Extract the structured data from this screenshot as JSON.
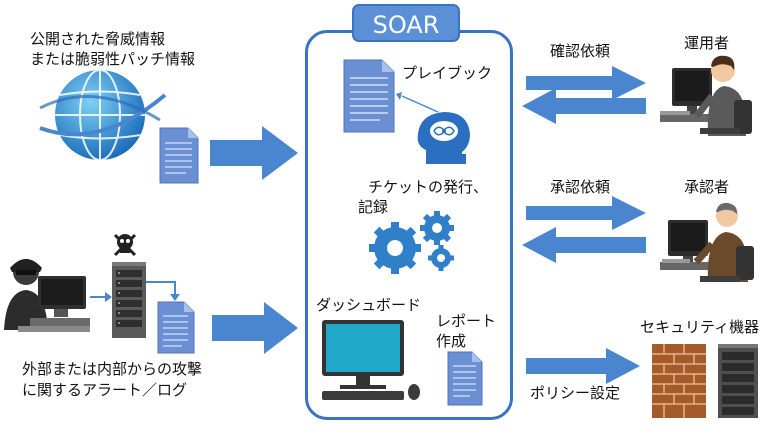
{
  "soar_title": "SOAR",
  "sources": {
    "threat_info_line1": "公開された脅威情報",
    "threat_info_line2": "または脆弱性パッチ情報",
    "alerts_line1": "外部または内部からの攻撃",
    "alerts_line2": "に関するアラート／ログ"
  },
  "soar_functions": {
    "playbook": "プレイブック",
    "ticket_line1": "チケットの発行、",
    "ticket_line2": "記録",
    "dashboard": "ダッシュボード",
    "report_line1": "レポート",
    "report_line2": "作成"
  },
  "flows": {
    "confirm_request": "確認依頼",
    "approval_request": "承認依頼",
    "policy_setting": "ポリシー設定"
  },
  "actors": {
    "operator": "運用者",
    "approver": "承認者",
    "security_devices": "セキュリティ機器"
  },
  "colors": {
    "arrow": "#4a86d0",
    "soar_border": "#3a73c4",
    "soar_tab": "#5b8fd6",
    "document": "#6b8fd3",
    "gear": "#2f7fc9"
  }
}
